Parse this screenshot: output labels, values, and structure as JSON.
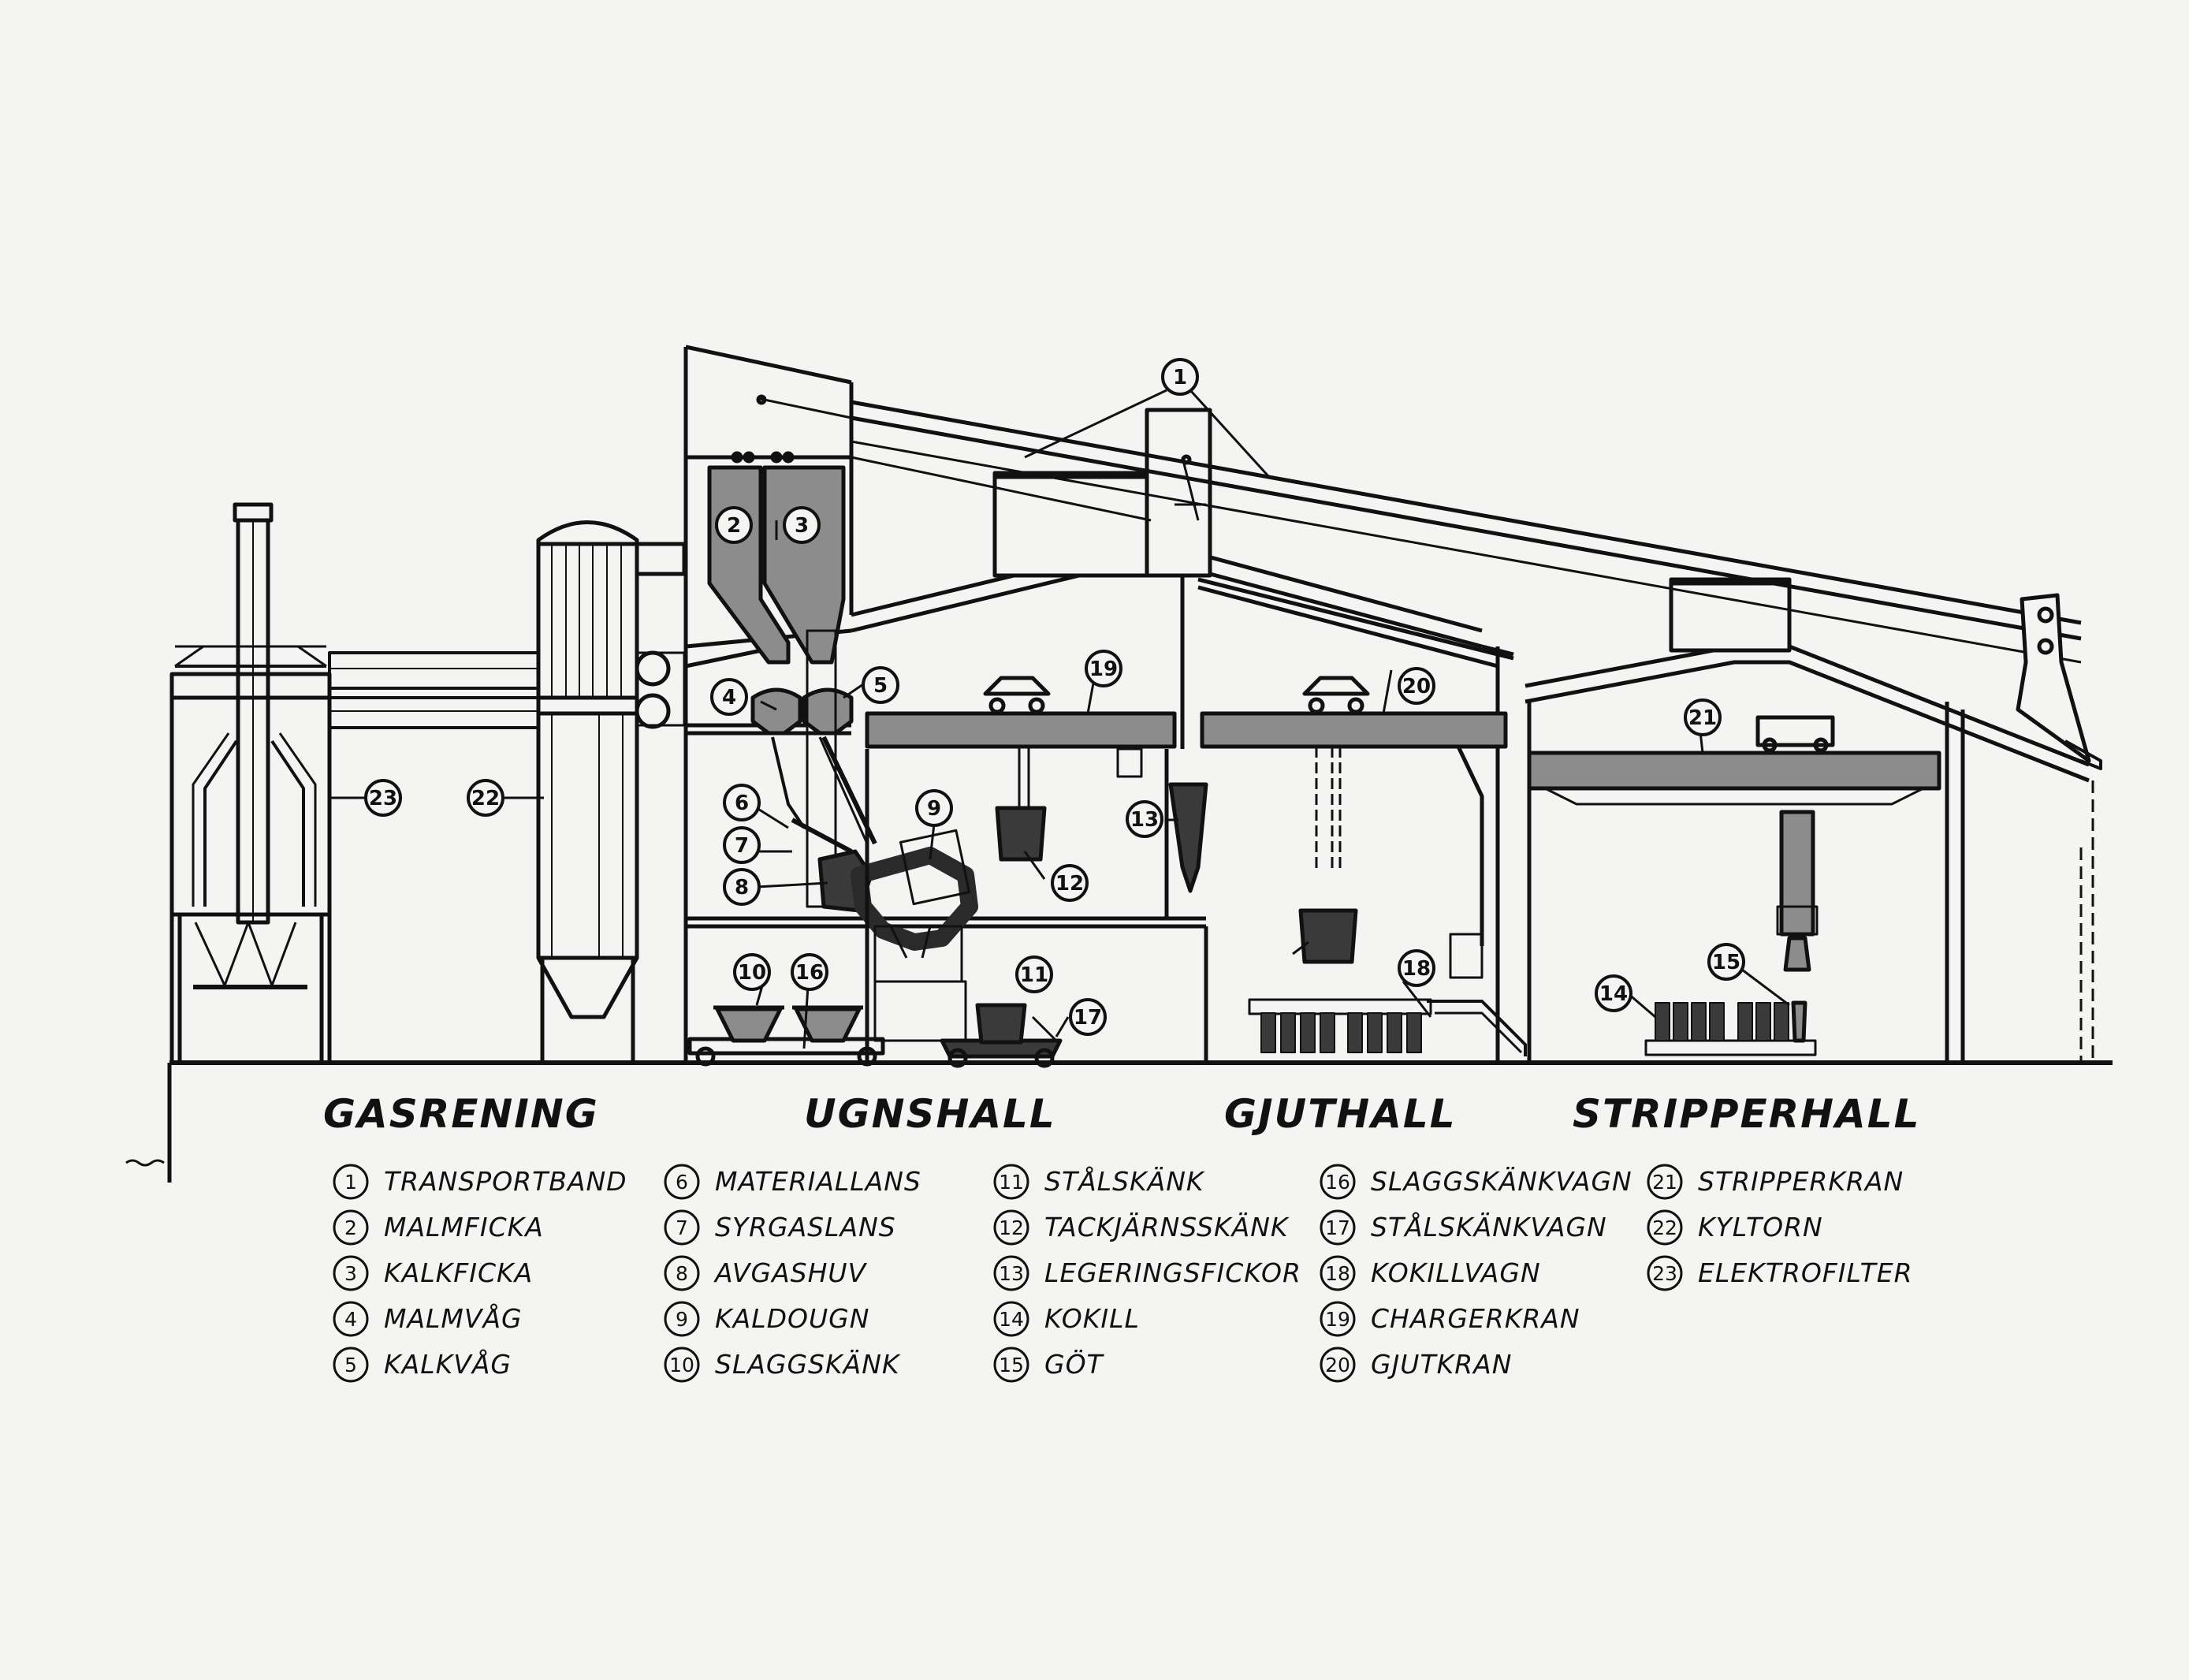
{
  "halls": [
    "GASRENING",
    "UGNSHALL",
    "GJUTHALL",
    "STRIPPERHALL"
  ],
  "legend": [
    {
      "n": "1",
      "label": "TRANSPORTBAND"
    },
    {
      "n": "2",
      "label": "MALMFICKA"
    },
    {
      "n": "3",
      "label": "KALKFICKA"
    },
    {
      "n": "4",
      "label": "MALMVÅG"
    },
    {
      "n": "5",
      "label": "KALKVÅG"
    },
    {
      "n": "6",
      "label": "MATERIALLANS"
    },
    {
      "n": "7",
      "label": "SYRGASLANS"
    },
    {
      "n": "8",
      "label": "AVGASHUV"
    },
    {
      "n": "9",
      "label": "KALDOUGN"
    },
    {
      "n": "10",
      "label": "SLAGGSKÄNK"
    },
    {
      "n": "11",
      "label": "STÅLSKÄNK"
    },
    {
      "n": "12",
      "label": "TACKJÄRNSSKÄNK"
    },
    {
      "n": "13",
      "label": "LEGERINGSFICKOR"
    },
    {
      "n": "14",
      "label": "KOKILL"
    },
    {
      "n": "15",
      "label": "GÖT"
    },
    {
      "n": "16",
      "label": "SLAGGSKÄNKVAGN"
    },
    {
      "n": "17",
      "label": "STÅLSKÄNKVAGN"
    },
    {
      "n": "18",
      "label": "KOKILLVAGN"
    },
    {
      "n": "19",
      "label": "CHARGERKRAN"
    },
    {
      "n": "20",
      "label": "GJUTKRAN"
    },
    {
      "n": "21",
      "label": "STRIPPERKRAN"
    },
    {
      "n": "22",
      "label": "KYLTORN"
    },
    {
      "n": "23",
      "label": "ELEKTROFILTER"
    }
  ],
  "callouts": [
    "1",
    "2",
    "3",
    "4",
    "5",
    "6",
    "7",
    "8",
    "9",
    "10",
    "11",
    "12",
    "13",
    "14",
    "15",
    "16",
    "17",
    "18",
    "19",
    "20",
    "21",
    "22",
    "23"
  ],
  "colors": {
    "line": "#111111",
    "fill_gray": "#8c8c8c",
    "fill_dark": "#3a3a3a",
    "paper": "#f4f4f2"
  }
}
